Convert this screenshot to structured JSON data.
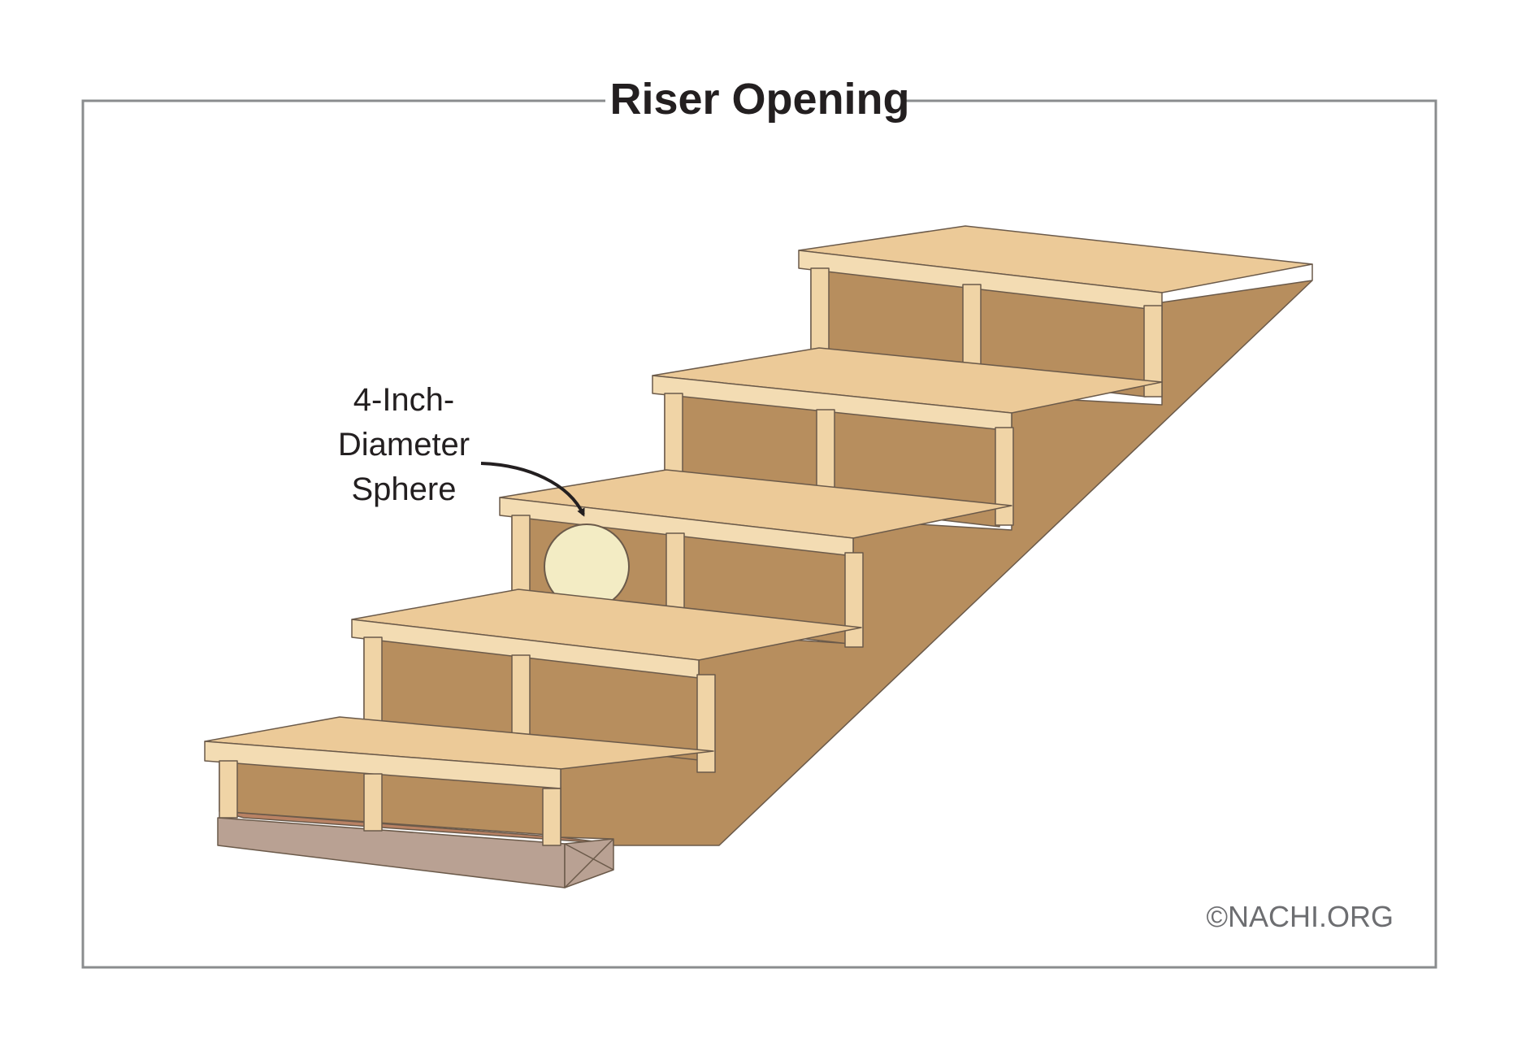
{
  "title": "Riser Opening",
  "callout": {
    "lines": [
      "4-Inch-",
      "Diameter",
      "Sphere"
    ]
  },
  "credit": "©NACHI.ORG",
  "colors": {
    "frame": "#8a8c8e",
    "tread_top": "#ecca98",
    "tread_front": "#f3dcb3",
    "post": "#f0d4a6",
    "riser_dark": "#b78e5e",
    "stringer": "#b78e5e",
    "sphere": "#f3ecc4",
    "base_board": "#b9a193",
    "base_top": "#b98264"
  }
}
